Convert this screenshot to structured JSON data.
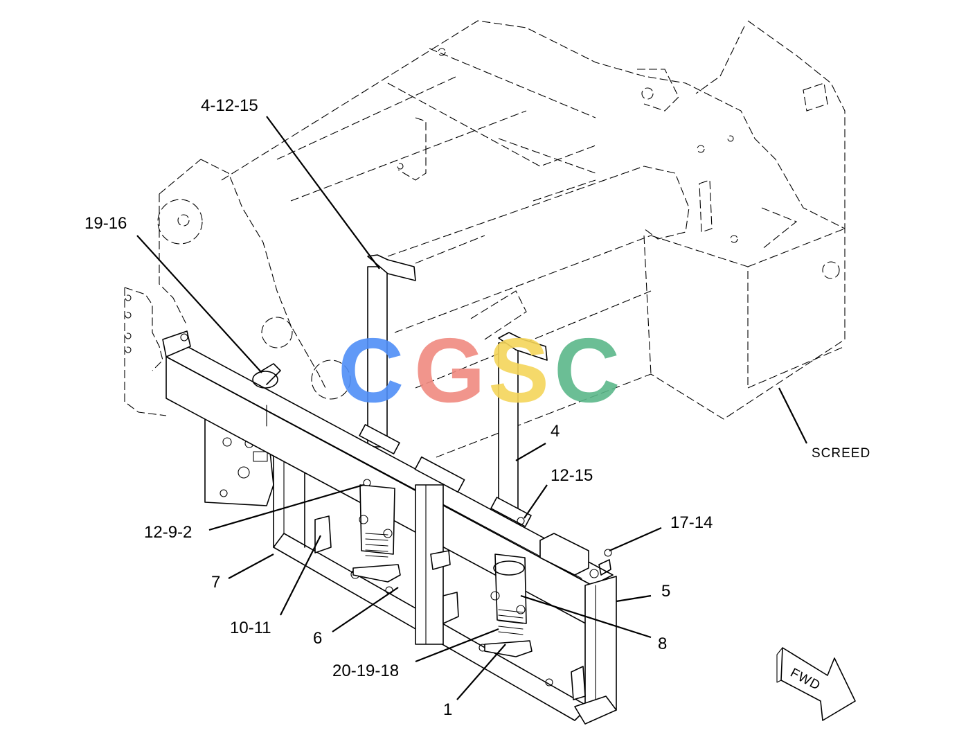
{
  "callouts": {
    "c_4_12_15": "4-12-15",
    "c_19_16": "19-16",
    "c_4": "4",
    "c_12_15": "12-15",
    "c_12_9_2": "12-9-2",
    "c_17_14": "17-14",
    "c_5": "5",
    "c_7": "7",
    "c_10_11": "10-11",
    "c_6": "6",
    "c_8": "8",
    "c_20_19_18": "20-19-18",
    "c_1": "1",
    "screed": "SCREED"
  },
  "direction_arrow": {
    "label": "FWD"
  },
  "watermark": {
    "letters": [
      "C",
      "G",
      "S",
      "C"
    ],
    "colors": [
      "#4f8ef7",
      "#f08a80",
      "#f5d55a",
      "#5bb88a"
    ]
  }
}
